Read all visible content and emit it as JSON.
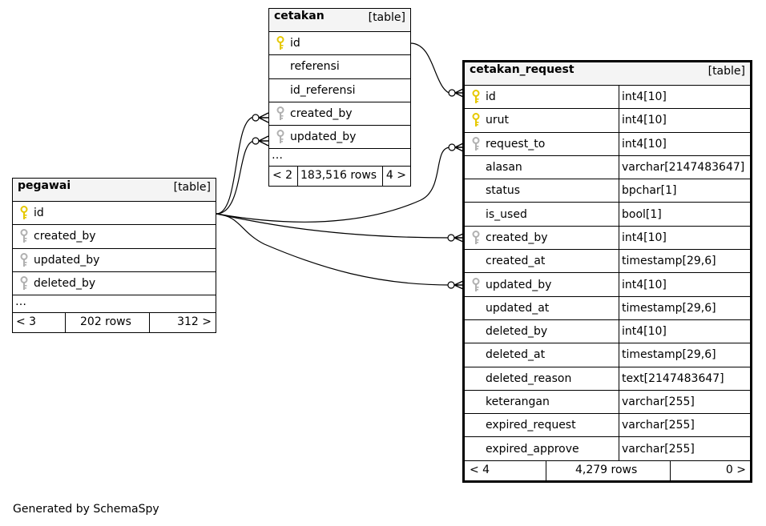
{
  "tables": {
    "cetakan": {
      "name": "cetakan",
      "type": "[table]",
      "columns": [
        {
          "name": "id",
          "icon": "primary-key-icon"
        },
        {
          "name": "referensi",
          "icon": ""
        },
        {
          "name": "id_referensi",
          "icon": ""
        },
        {
          "name": "created_by",
          "icon": "foreign-key-icon"
        },
        {
          "name": "updated_by",
          "icon": "foreign-key-icon"
        }
      ],
      "ellipsis": "…",
      "footer": {
        "parents": "< 2",
        "rows": "183,516 rows",
        "children": "4 >"
      }
    },
    "pegawai": {
      "name": "pegawai",
      "type": "[table]",
      "columns": [
        {
          "name": "id",
          "icon": "primary-key-icon"
        },
        {
          "name": "created_by",
          "icon": "foreign-key-icon"
        },
        {
          "name": "updated_by",
          "icon": "foreign-key-icon"
        },
        {
          "name": "deleted_by",
          "icon": "foreign-key-icon"
        }
      ],
      "ellipsis": "…",
      "footer": {
        "parents": "< 3",
        "rows": "202 rows",
        "children": "312 >"
      }
    },
    "cetakan_request": {
      "name": "cetakan_request",
      "type": "[table]",
      "columns": [
        {
          "name": "id",
          "datatype": "int4[10]",
          "icon": "primary-key-icon"
        },
        {
          "name": "urut",
          "datatype": "int4[10]",
          "icon": "primary-key-icon"
        },
        {
          "name": "request_to",
          "datatype": "int4[10]",
          "icon": "foreign-key-icon"
        },
        {
          "name": "alasan",
          "datatype": "varchar[2147483647]",
          "icon": ""
        },
        {
          "name": "status",
          "datatype": "bpchar[1]",
          "icon": ""
        },
        {
          "name": "is_used",
          "datatype": "bool[1]",
          "icon": ""
        },
        {
          "name": "created_by",
          "datatype": "int4[10]",
          "icon": "foreign-key-icon"
        },
        {
          "name": "created_at",
          "datatype": "timestamp[29,6]",
          "icon": ""
        },
        {
          "name": "updated_by",
          "datatype": "int4[10]",
          "icon": "foreign-key-icon"
        },
        {
          "name": "updated_at",
          "datatype": "timestamp[29,6]",
          "icon": ""
        },
        {
          "name": "deleted_by",
          "datatype": "int4[10]",
          "icon": ""
        },
        {
          "name": "deleted_at",
          "datatype": "timestamp[29,6]",
          "icon": ""
        },
        {
          "name": "deleted_reason",
          "datatype": "text[2147483647]",
          "icon": ""
        },
        {
          "name": "keterangan",
          "datatype": "varchar[255]",
          "icon": ""
        },
        {
          "name": "expired_request",
          "datatype": "varchar[255]",
          "icon": ""
        },
        {
          "name": "expired_approve",
          "datatype": "varchar[255]",
          "icon": ""
        }
      ],
      "footer": {
        "parents": "< 4",
        "rows": "4,279 rows",
        "children": "0 >"
      }
    }
  },
  "credit": "Generated by SchemaSpy",
  "colors": {
    "primary_key": "#e6c800",
    "foreign_key": "#b0b0b0",
    "header_bg": "#f4f4f4"
  }
}
